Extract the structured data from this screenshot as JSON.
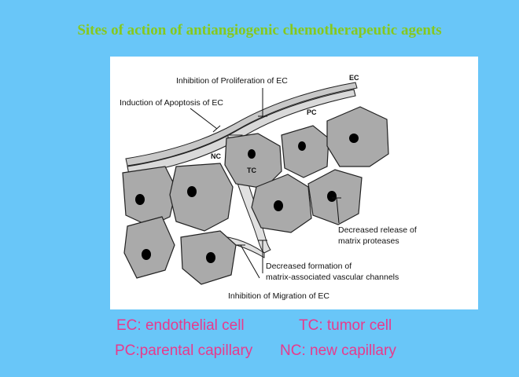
{
  "title": "Sites of action of antiangiogenic chemotherapeutic agents",
  "figure": {
    "annotations": {
      "proliferation": "Inhibition of Proliferation of EC",
      "apoptosis": "Induction of Apoptosis of EC",
      "release_line1": "Decreased release of",
      "release_line2": "matrix proteases",
      "channels_line1": "Decreased formation of",
      "channels_line2": "matrix-associated vascular channels",
      "migration": "Inhibition of Migration of EC"
    },
    "tags": {
      "ec": "EC",
      "pc": "PC",
      "nc": "NC",
      "tc": "TC"
    }
  },
  "legend": {
    "ec": "EC: endothelial cell",
    "tc": "TC: tumor cell",
    "pc": "PC:parental capillary",
    "nc": "NC: new capillary"
  }
}
